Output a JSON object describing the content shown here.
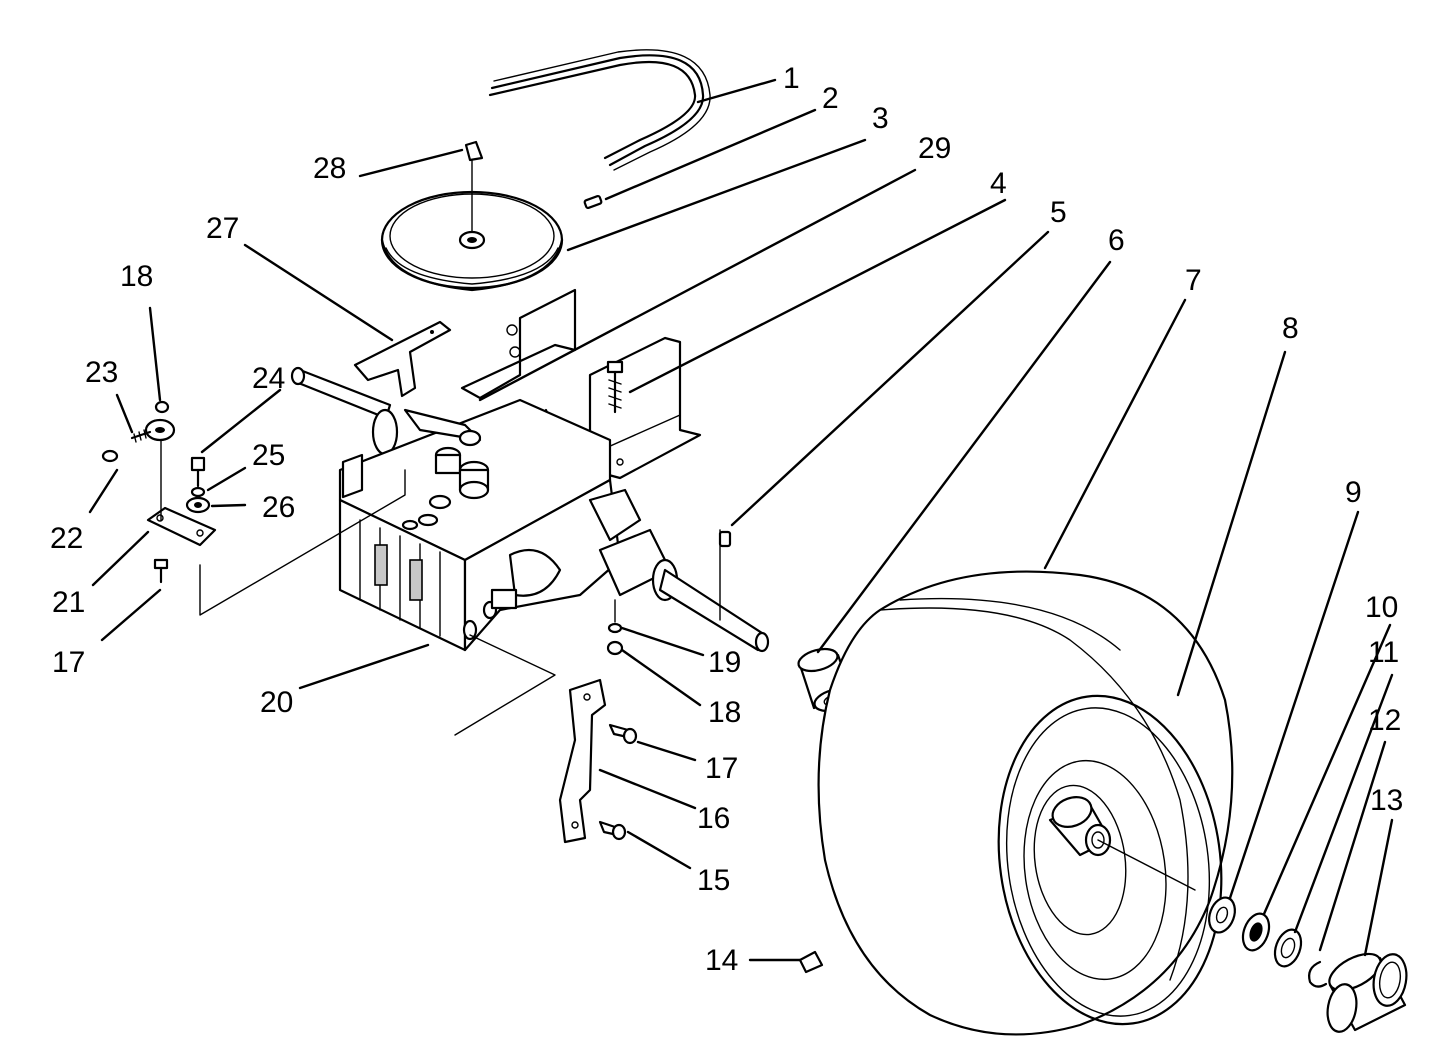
{
  "callouts": [
    {
      "id": "1",
      "label": "1"
    },
    {
      "id": "2",
      "label": "2"
    },
    {
      "id": "3",
      "label": "3"
    },
    {
      "id": "29",
      "label": "29"
    },
    {
      "id": "4",
      "label": "4"
    },
    {
      "id": "5",
      "label": "5"
    },
    {
      "id": "6",
      "label": "6"
    },
    {
      "id": "7",
      "label": "7"
    },
    {
      "id": "8",
      "label": "8"
    },
    {
      "id": "9",
      "label": "9"
    },
    {
      "id": "10",
      "label": "10"
    },
    {
      "id": "11",
      "label": "11"
    },
    {
      "id": "12",
      "label": "12"
    },
    {
      "id": "13",
      "label": "13"
    },
    {
      "id": "14",
      "label": "14"
    },
    {
      "id": "15",
      "label": "15"
    },
    {
      "id": "16",
      "label": "16"
    },
    {
      "id": "17a",
      "label": "17"
    },
    {
      "id": "18a",
      "label": "18"
    },
    {
      "id": "19",
      "label": "19"
    },
    {
      "id": "20",
      "label": "20"
    },
    {
      "id": "17b",
      "label": "17"
    },
    {
      "id": "21",
      "label": "21"
    },
    {
      "id": "22",
      "label": "22"
    },
    {
      "id": "23",
      "label": "23"
    },
    {
      "id": "18b",
      "label": "18"
    },
    {
      "id": "24",
      "label": "24"
    },
    {
      "id": "25",
      "label": "25"
    },
    {
      "id": "26",
      "label": "26"
    },
    {
      "id": "27",
      "label": "27"
    },
    {
      "id": "28",
      "label": "28"
    }
  ]
}
